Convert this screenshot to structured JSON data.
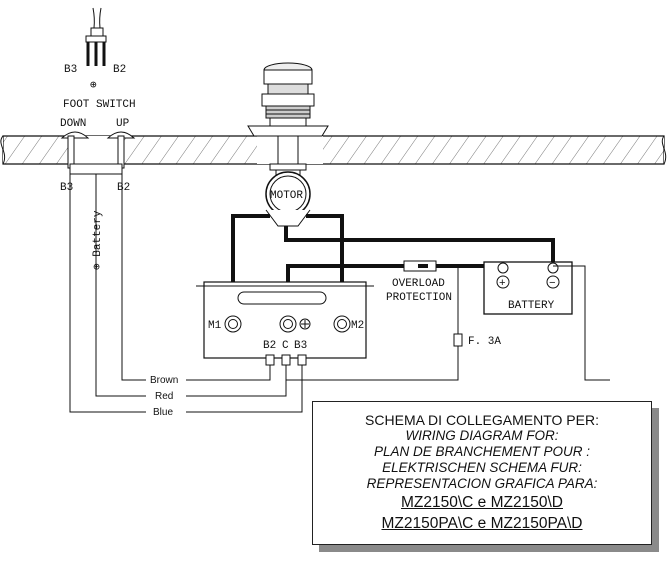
{
  "foot_switch": {
    "label": "FOOT SWITCH",
    "terminal_left": "B3",
    "terminal_right": "B2",
    "symbol": "⊕"
  },
  "deck_buttons": {
    "down": "DOWN",
    "up": "UP"
  },
  "wire_tags": {
    "left": "B3",
    "right": "B2"
  },
  "battery_wire": {
    "label": "⊕ Battery"
  },
  "motor": {
    "label": "MOTOR"
  },
  "overload": {
    "line1": "OVERLOAD",
    "line2": "PROTECTION"
  },
  "battery": {
    "label": "BATTERY",
    "plus": "+",
    "minus": "−"
  },
  "fuse": {
    "label": "F. 3A"
  },
  "control_box": {
    "m1": "M1",
    "m2": "M2",
    "terminals": [
      "B2",
      "C",
      "B3"
    ]
  },
  "wires": [
    "Brown",
    "Red",
    "Blue"
  ],
  "title_box": {
    "line1": "SCHEMA DI COLLEGAMENTO PER:",
    "line2": "WIRING DIAGRAM FOR:",
    "line3": "PLAN DE BRANCHEMENT POUR :",
    "line4": "ELEKTRISCHEN SCHEMA FUR:",
    "line5": "REPRESENTACION GRAFICA PARA:",
    "model1": "MZ2150\\C e MZ2150\\D",
    "model2": "MZ2150PA\\C e MZ2150PA\\D"
  },
  "colors": {
    "line": "#111111",
    "deck": "#f6f6f6",
    "shadow": "#8a8a8a"
  }
}
